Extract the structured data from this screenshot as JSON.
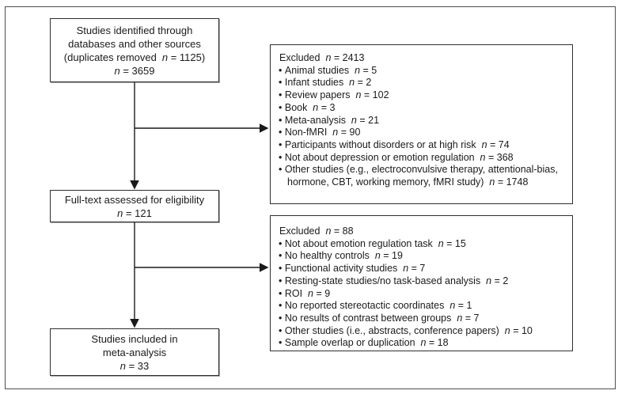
{
  "figure": {
    "kind": "prisma-flow-diagram",
    "description": "Study selection flowchart for a meta-analysis"
  },
  "symbols": {
    "n_italic": "n",
    "equals": "=",
    "bullet": "•"
  },
  "colors": {
    "background": "#ffffff",
    "frame_border": "#4e4e4e",
    "box_border": "#2e2e2e",
    "text": "#1a1a1a",
    "arrow": "#1a1a1a"
  },
  "flow": {
    "identified": {
      "lines": [
        "Studies identified through",
        "databases and other sources"
      ],
      "paren_prefix": "(duplicates removed",
      "paren_n": "1125",
      "paren_suffix": ")",
      "n": "3659"
    },
    "fulltext": {
      "lines": [
        "Full-text assessed for eligibility"
      ],
      "n": "121"
    },
    "included": {
      "lines": [
        "Studies included in",
        "meta-analysis"
      ],
      "n": "33"
    }
  },
  "excluded_top": {
    "title": "Excluded",
    "title_n": "2413",
    "items": [
      {
        "label": "Animal studies",
        "n": "5"
      },
      {
        "label": "Infant studies",
        "n": "2"
      },
      {
        "label": "Review papers",
        "n": "102"
      },
      {
        "label": "Book",
        "n": "3"
      },
      {
        "label": "Meta-analysis",
        "n": "21"
      },
      {
        "label": "Non-fMRI",
        "n": "90"
      },
      {
        "label": "Participants without disorders or at high risk",
        "n": "74"
      },
      {
        "label": "Not about depression or emotion regulation",
        "n": "368"
      },
      {
        "label": "Other studies (e.g., electroconvulsive therapy, attentional-bias, hormone, CBT, working memory, fMRI study)",
        "n": "1748"
      }
    ]
  },
  "excluded_bottom": {
    "title": "Excluded",
    "title_n": "88",
    "items": [
      {
        "label": "Not about emotion regulation task",
        "n": "15"
      },
      {
        "label": "No healthy controls",
        "n": "19"
      },
      {
        "label": "Functional activity studies",
        "n": "7"
      },
      {
        "label": "Resting-state studies/no task-based analysis",
        "n": "2"
      },
      {
        "label": "ROI",
        "n": "9"
      },
      {
        "label": "No reported stereotactic coordinates",
        "n": "1"
      },
      {
        "label": "No results of contrast between groups",
        "n": "7"
      },
      {
        "label": "Other studies (i.e., abstracts, conference papers)",
        "n": "10"
      },
      {
        "label": "Sample overlap or duplication",
        "n": "18"
      }
    ]
  }
}
